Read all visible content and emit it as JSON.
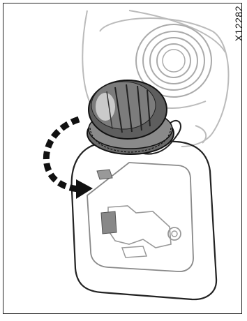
{
  "figure": {
    "id_label": "X12282"
  },
  "illustration": {
    "subject": "fuel-filler-cap",
    "arrow_direction": "counter-clockwise"
  }
}
